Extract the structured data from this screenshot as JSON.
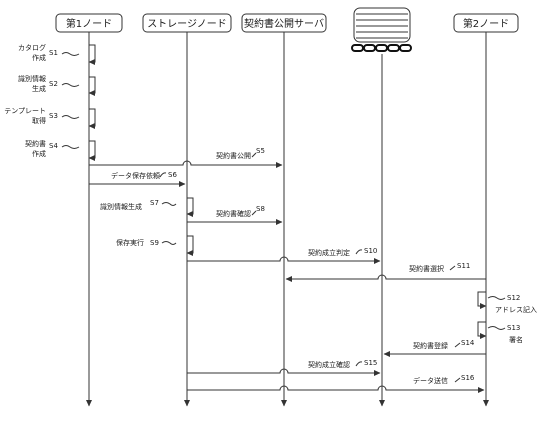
{
  "participants": [
    {
      "id": "node1",
      "label": "第1ノード"
    },
    {
      "id": "storage",
      "label": "ストレージノード"
    },
    {
      "id": "server",
      "label": "契約書公開サーバ"
    },
    {
      "id": "blockchain",
      "label": "",
      "icon": "blockchain-database-icon"
    },
    {
      "id": "node2",
      "label": "第2ノード"
    }
  ],
  "self_actions": [
    {
      "step": "S1",
      "label": [
        "カタログ",
        "作成"
      ]
    },
    {
      "step": "S2",
      "label": [
        "識別情報",
        "生成"
      ]
    },
    {
      "step": "S3",
      "label": [
        "テンプレート",
        "取得"
      ]
    },
    {
      "step": "S4",
      "label": [
        "契約書",
        "作成"
      ]
    },
    {
      "step": "S7",
      "label": [
        "識別情報生成"
      ]
    },
    {
      "step": "S9",
      "label": [
        "保存実行"
      ]
    },
    {
      "step": "S12",
      "label": [
        "アドレス記入"
      ]
    },
    {
      "step": "S13",
      "label": [
        "署名"
      ]
    }
  ],
  "messages": [
    {
      "step": "S5",
      "label": "契約書公開"
    },
    {
      "step": "S6",
      "label": "データ保存依頼"
    },
    {
      "step": "S8",
      "label": "契約書確認"
    },
    {
      "step": "S10",
      "label": "契約成立判定"
    },
    {
      "step": "S11",
      "label": "契約書選択"
    },
    {
      "step": "S14",
      "label": "契約書登録"
    },
    {
      "step": "S15",
      "label": "契約成立確認"
    },
    {
      "step": "S16",
      "label": "データ送信"
    }
  ]
}
